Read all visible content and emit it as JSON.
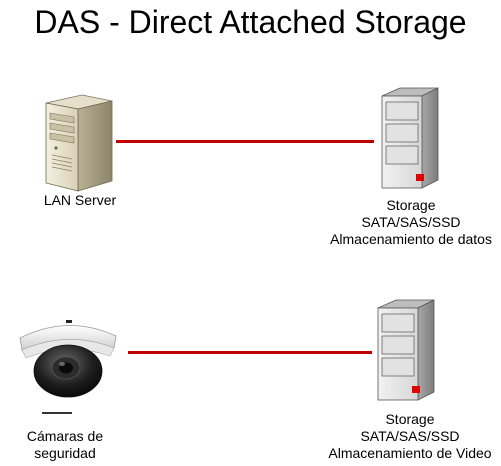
{
  "title": "DAS - Direct Attached Storage",
  "colors": {
    "link": "#c00000",
    "storage_led": "#e00000",
    "cabinet_light": "#e8e8e8",
    "cabinet_dark": "#9a9a9a"
  },
  "top_row": {
    "server": {
      "icon": "server-tower-icon",
      "label": "LAN Server"
    },
    "storage": {
      "icon": "storage-cabinet-icon",
      "line1": "Storage",
      "line2": "SATA/SAS/SSD",
      "line3": "Almacenamiento de datos"
    }
  },
  "bottom_row": {
    "camera": {
      "icon": "dome-camera-icon",
      "line1": "Cámaras de",
      "line2": "seguridad"
    },
    "storage": {
      "icon": "storage-cabinet-icon",
      "line1": "Storage",
      "line2": "SATA/SAS/SSD",
      "line3": "Almacenamiento de Video"
    }
  }
}
